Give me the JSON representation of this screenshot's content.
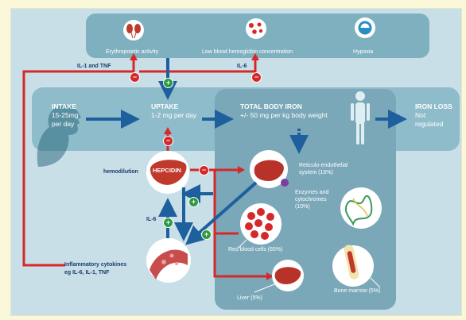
{
  "colors": {
    "background": "#fbf7d9",
    "panel": "#c9dfe8",
    "band": "#7fb0bf",
    "box": "#8fbccb",
    "inner_box": "#7aa8b8",
    "arrow_blue": "#1e5f9e",
    "arrow_red": "#d62828",
    "plus_green": "#2e9a3f",
    "label_dark": "#1a3d6a"
  },
  "top_row": {
    "erythropoietic": "Erythropoietic activity",
    "low_hemoglobin": "Low blood hemoglobin concentration",
    "hypoxia": "Hypoxia"
  },
  "signals": {
    "il1_tnf": "IL-1 and TNF",
    "il6_top": "IL-6",
    "il6_left": "IL-6",
    "hemodilution": "hemodilution"
  },
  "flow": {
    "intake_title": "INTAKE",
    "intake_value": "15-25mg",
    "intake_unit": "per day",
    "uptake_title": "UPTAKE",
    "uptake_value": "1-2 mg per day",
    "total_title": "TOTAL BODY IRON",
    "total_value": "+/- 50 mg per kg body weight",
    "loss_title": "IRON LOSS",
    "loss_value_1": "Not",
    "loss_value_2": "regulated"
  },
  "hepcidin": "HEPCIDIN",
  "compartments": {
    "reticulo_1": "Reticulo-endothelial",
    "reticulo_2": "system (15%)",
    "enzymes_1": "Enzymes and",
    "enzymes_2": "cytochromes",
    "enzymes_3": "(10%)",
    "rbc": "Red blood cells (65%)",
    "liver": "Liver (5%)",
    "marrow": "Bone marrow (5%)"
  },
  "inflammation": {
    "line1": "Inflammatory cytokines",
    "line2": "eg IL-6, IL-1, TNF"
  },
  "signs": {
    "minus": "−",
    "plus": "+"
  }
}
